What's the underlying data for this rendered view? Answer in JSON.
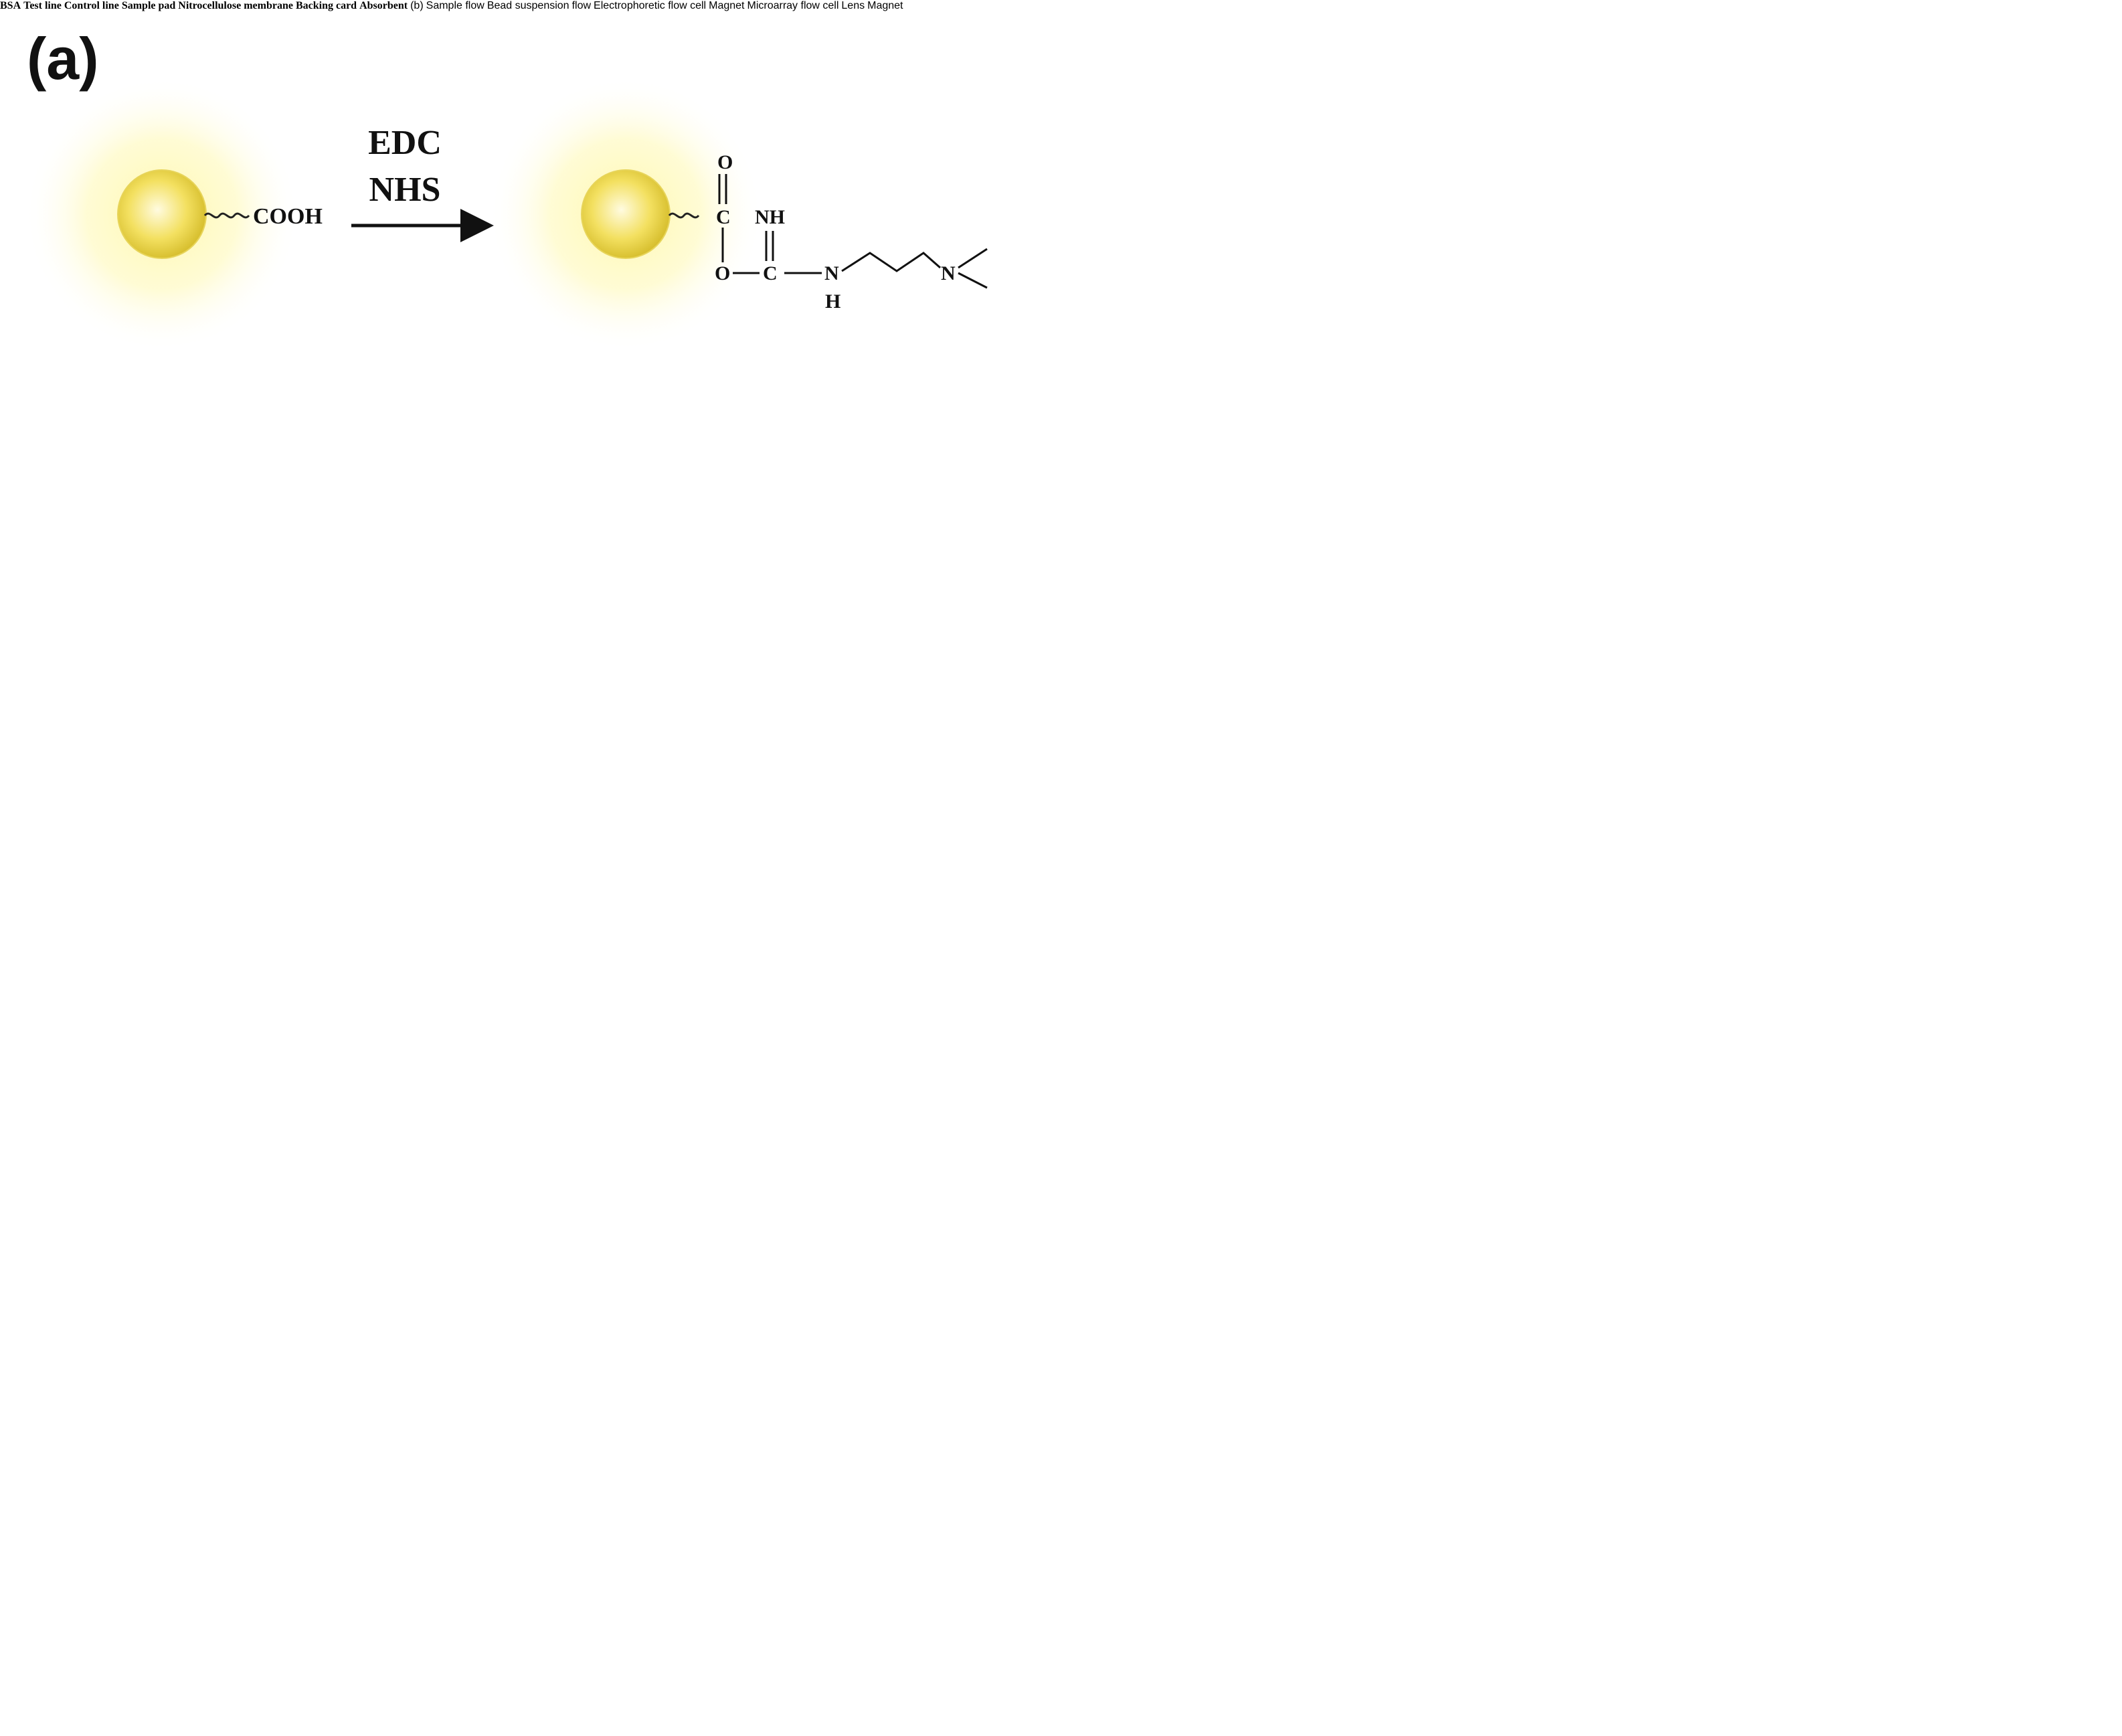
{
  "panel_a": {
    "label": "(a)",
    "reagent_step1_line1": "EDC",
    "reagent_step1_line2": "NHS",
    "cooh_label": "COOH",
    "chem": {
      "o_top": "O",
      "c1": "C",
      "nh": "NH",
      "o_low": "O",
      "c2": "C",
      "n1": "N",
      "h": "H",
      "n2": "N"
    },
    "bsa_label": "BSA",
    "test_line_label": "Test line",
    "control_line_label": "Control line",
    "sample_pad_label": "Sample pad",
    "nitrocellulose_line1": "Nitrocellulose",
    "nitrocellulose_line2": "membrane",
    "backing_card_label": "Backing card",
    "absorbent_label": "Absorbent"
  },
  "panel_b": {
    "label": "(b)",
    "sample_flow_label": "Sample flow",
    "bead_flow_line1": "Bead suspension",
    "bead_flow_line2": "flow",
    "electrophoretic_title": "Electrophoretic flow cell",
    "microarray_title": "Microarray flow cell",
    "lens_label": "Lens",
    "magnet_label": "Magnet",
    "magnet_label_vertical": "Magnet"
  },
  "colors": {
    "particle_glow": "#fff7a8",
    "antibody": "#3f7a5c",
    "sample_pad": "#a9acd6",
    "absorbent": "#d07d86",
    "test_line": "#9c8080",
    "control_line": "#bba56e",
    "pink": "#ee7ac4",
    "green": "#27a35e",
    "gold_bead": "#a48a25",
    "neg_electrode": "#1a2ad0",
    "pos_electrode": "#e41010"
  }
}
